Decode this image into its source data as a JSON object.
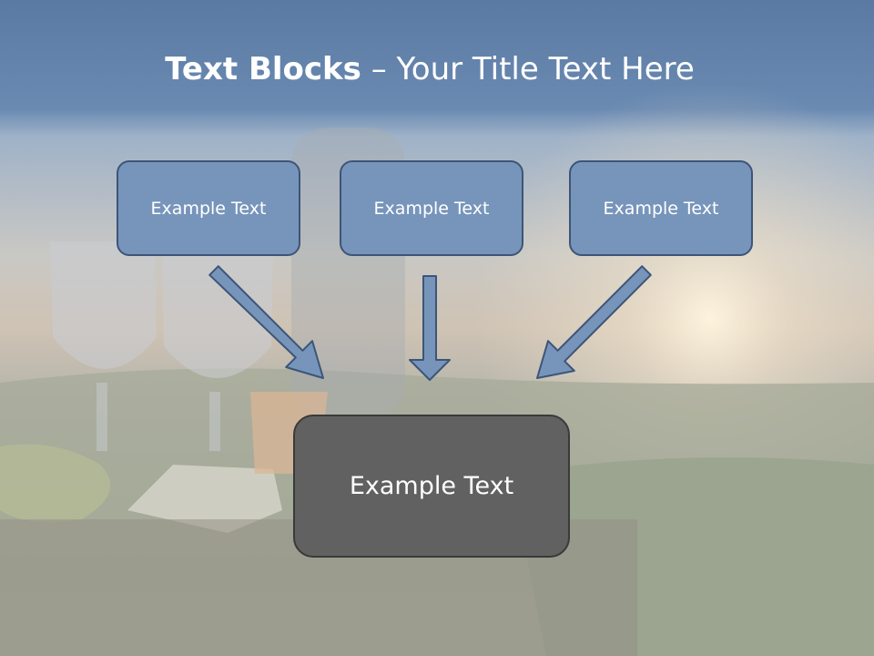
{
  "title": {
    "bold": "Text Blocks",
    "dash": " – ",
    "rest": "Your Title Text Here"
  },
  "boxes": {
    "left": "Example Text",
    "middle": "Example Text",
    "right": "Example Text",
    "bottom": "Example Text"
  },
  "colors": {
    "header": "#5a7aa3",
    "box_fill": "#7795bb",
    "box_border": "#3d5577",
    "bottom_box_fill": "#616161",
    "arrow_fill": "#7795bb"
  }
}
